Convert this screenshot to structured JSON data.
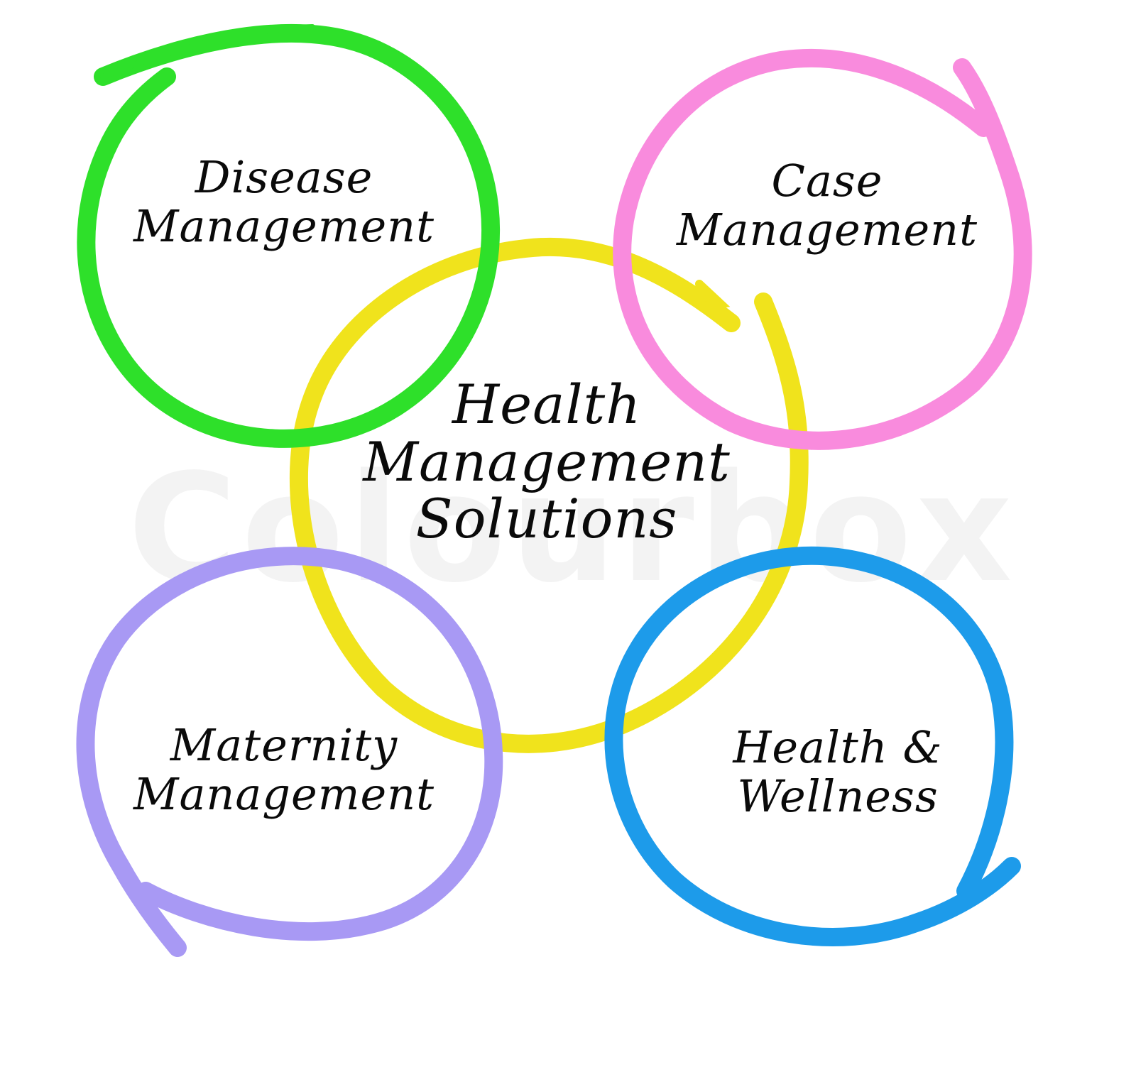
{
  "watermark": {
    "text": "Colourbox"
  },
  "diagram": {
    "center": {
      "lines": [
        "Health",
        "Management",
        "Solutions"
      ],
      "color": "#f0e31c"
    },
    "nodes": [
      {
        "id": "disease",
        "lines": [
          "Disease",
          "Management"
        ],
        "color": "#2ee02a",
        "position": "top-left"
      },
      {
        "id": "case",
        "lines": [
          "Case",
          "Management"
        ],
        "color": "#f98bdd",
        "position": "top-right"
      },
      {
        "id": "maternity",
        "lines": [
          "Maternity",
          "Management"
        ],
        "color": "#a899f4",
        "position": "bottom-left"
      },
      {
        "id": "wellness",
        "lines": [
          "Health &",
          "Wellness"
        ],
        "color": "#1d9bea",
        "position": "bottom-right"
      }
    ],
    "text_color": "#0a0a0a",
    "background": "#ffffff"
  }
}
